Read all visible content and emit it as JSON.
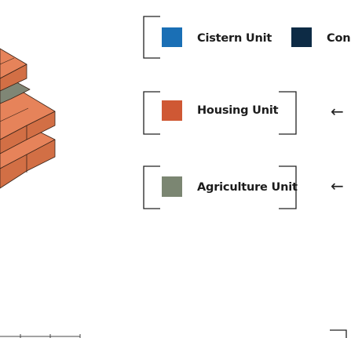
{
  "colors": {
    "cistern": "#1a6fb5",
    "connector": "#0d2b45",
    "housing": "#cf5834",
    "agriculture": "#7b8672",
    "block_top": "#e6835a",
    "block_left": "#c4643a",
    "block_right": "#d26f45",
    "block_green_top": "#7f8675",
    "outline": "#3a2418"
  },
  "legend": {
    "cistern": {
      "label": "Cistern Unit"
    },
    "connector": {
      "label": "Con"
    },
    "housing": {
      "label": "Housing Unit"
    },
    "agriculture": {
      "label": "Agriculture Unit"
    }
  },
  "arrows": {
    "housing": "←",
    "agriculture": "←"
  }
}
